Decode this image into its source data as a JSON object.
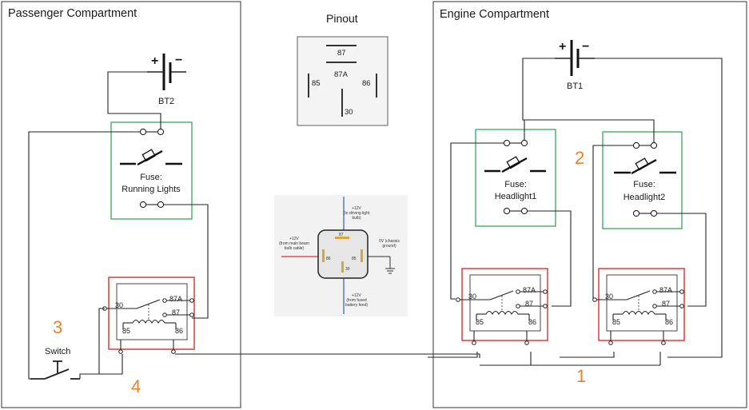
{
  "compartments": {
    "passenger": "Passenger Compartment",
    "engine": "Engine Compartment"
  },
  "pinout": {
    "title": "Pinout",
    "pins": {
      "p87": "87",
      "p87a": "87A",
      "p85": "85",
      "p86": "86",
      "p30": "30"
    }
  },
  "batteries": {
    "bt1": {
      "label": "BT1",
      "plus": "+",
      "minus": "−"
    },
    "bt2": {
      "label": "BT2",
      "plus": "+",
      "minus": "−"
    }
  },
  "fuses": {
    "running": {
      "line1": "Fuse:",
      "line2": "Running Lights"
    },
    "headlight1": {
      "line1": "Fuse:",
      "line2": "Headlight1"
    },
    "headlight2": {
      "line1": "Fuse:",
      "line2": "Headlight2"
    }
  },
  "relay_pins": {
    "p30": "30",
    "p87a": "87A",
    "p87": "87",
    "p85": "85",
    "p86": "86"
  },
  "switch_label": "Switch",
  "markers": {
    "m1": "1",
    "m2": "2",
    "m3": "3",
    "m4": "4"
  },
  "reference_relay": {
    "top": "+12V\n(to driving light\nbulb)",
    "left": "+12V\n(from main beam\nbulb cable)",
    "right": "0V (chassis\nground)",
    "bottom": "+12V\n(from fused\nbattery feed)",
    "p87": "87",
    "p86": "86",
    "p85": "85",
    "p30": "30"
  },
  "colors": {
    "fuse_box": "#3aa55a",
    "relay_box": "#d93030",
    "marker": "#e8822b"
  }
}
